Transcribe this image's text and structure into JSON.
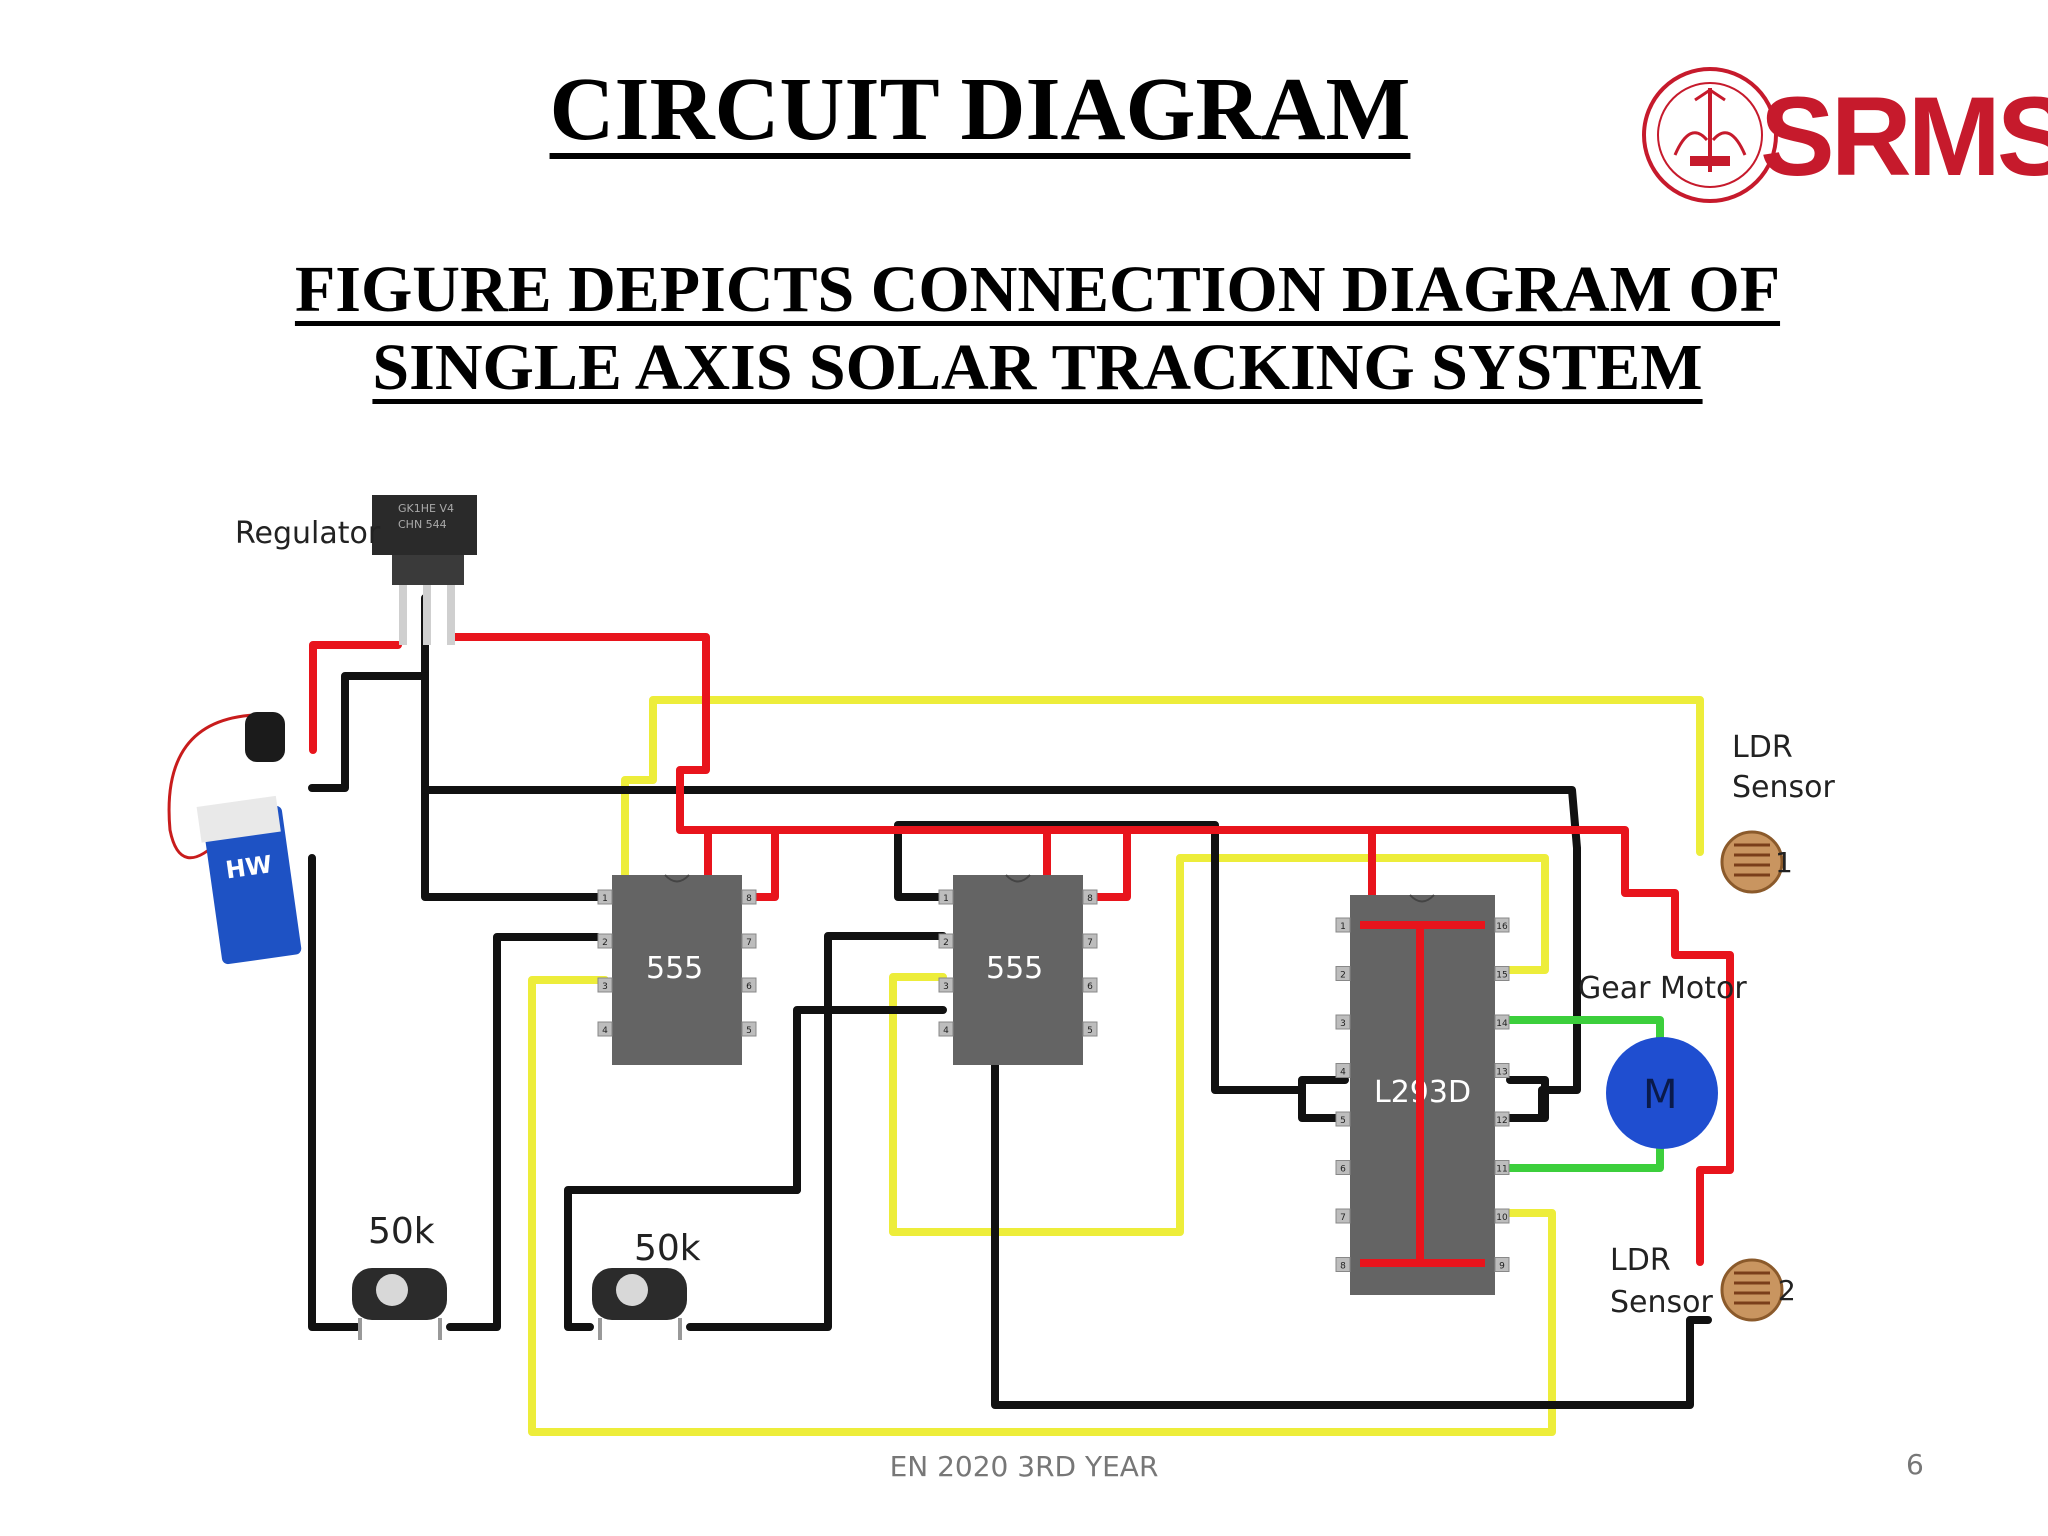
{
  "slide": {
    "title": "CIRCUIT DIAGRAM",
    "subtitle_line1": "FIGURE  DEPICTS CONNECTION DIAGRAM OF",
    "subtitle_line2": "SINGLE AXIS SOLAR TRACKING SYSTEM",
    "footer": "EN 2020 3RD YEAR",
    "page_number": "6"
  },
  "logo": {
    "text": "SRMS",
    "color": "#c61a2c"
  },
  "diagram": {
    "labels": {
      "regulator": "Regulator",
      "ldr1_line1": "LDR",
      "ldr1_line2": "Sensor",
      "ldr1_number": "1",
      "ldr2_line1": "LDR",
      "ldr2_line2": "Sensor",
      "ldr2_number": "2",
      "gear_motor": "Gear Motor",
      "motor": "M",
      "pot1": "50k",
      "pot2": "50k",
      "ic1": "555",
      "ic2": "555",
      "ic3": "L293D",
      "regulator_marking": "GK1HE V4\nCHN 544",
      "battery_brand": "HW"
    },
    "ic_555_pins_left": [
      "1",
      "2",
      "3",
      "4"
    ],
    "ic_555_pins_right": [
      "8",
      "7",
      "6",
      "5"
    ],
    "l293d_pins_left": [
      "1",
      "2",
      "3",
      "4",
      "5",
      "6",
      "7",
      "8"
    ],
    "l293d_pins_right": [
      "16",
      "15",
      "14",
      "13",
      "12",
      "11",
      "10",
      "9"
    ],
    "wire_colors": {
      "power": "#e8141c",
      "ground": "#111111",
      "signal": "#eded3a",
      "motor": "#3ccf3c"
    },
    "component_colors": {
      "ic_body": "#646464",
      "motor": "#1f4ed0"
    }
  }
}
